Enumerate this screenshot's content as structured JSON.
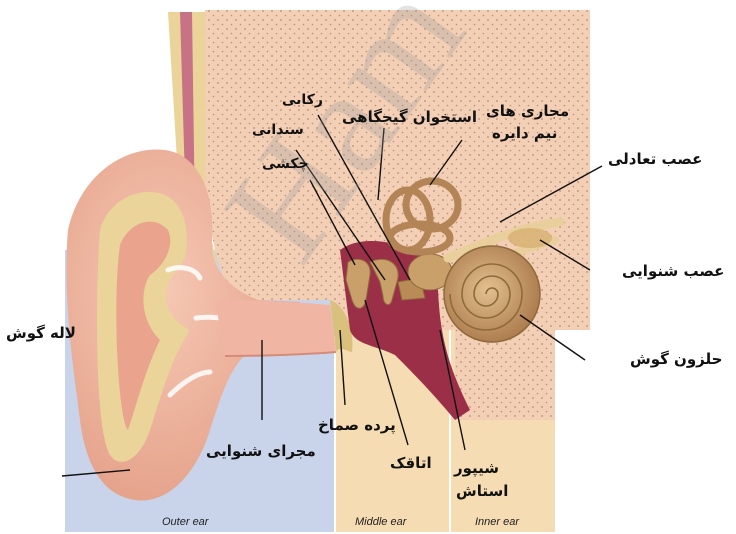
{
  "labels": {
    "pinna": "لاله گوش",
    "ear_canal": "مجرای شنوایی",
    "eardrum": "پرده صماخ",
    "chamber": "اتاقک",
    "eustachian_1": "شیپور",
    "eustachian_2": "استاش",
    "cochlea": "حلزون گوش",
    "auditory_nerve": "عصب شنوایی",
    "vestibular_nerve": "عصب تعادلی",
    "semicircular_1": "مجاری های",
    "semicircular_2": "نیم دایره",
    "temporal_bone": "استخوان گیجگاهی",
    "stirrup": "رکابی",
    "anvil": "سندانی",
    "hammer": "چکشی"
  },
  "zones": {
    "outer": "Outer ear",
    "middle": "Middle ear",
    "inner": "Inner ear"
  },
  "watermark": "Ham",
  "colors": {
    "outer_zone": "#c9d4ea",
    "middle_zone": "#f6dcb2",
    "inner_zone": "#f6dcb2",
    "skin": "#f0b79f",
    "skin_dark": "#dc8f79",
    "bone": "#f3cfb6",
    "cartilage": "#ead49a",
    "ossicle": "#c9a06a",
    "cochlea": "#c89b6a",
    "middle_cavity": "#9b2f47",
    "canal_pink": "#f1b5a3"
  }
}
